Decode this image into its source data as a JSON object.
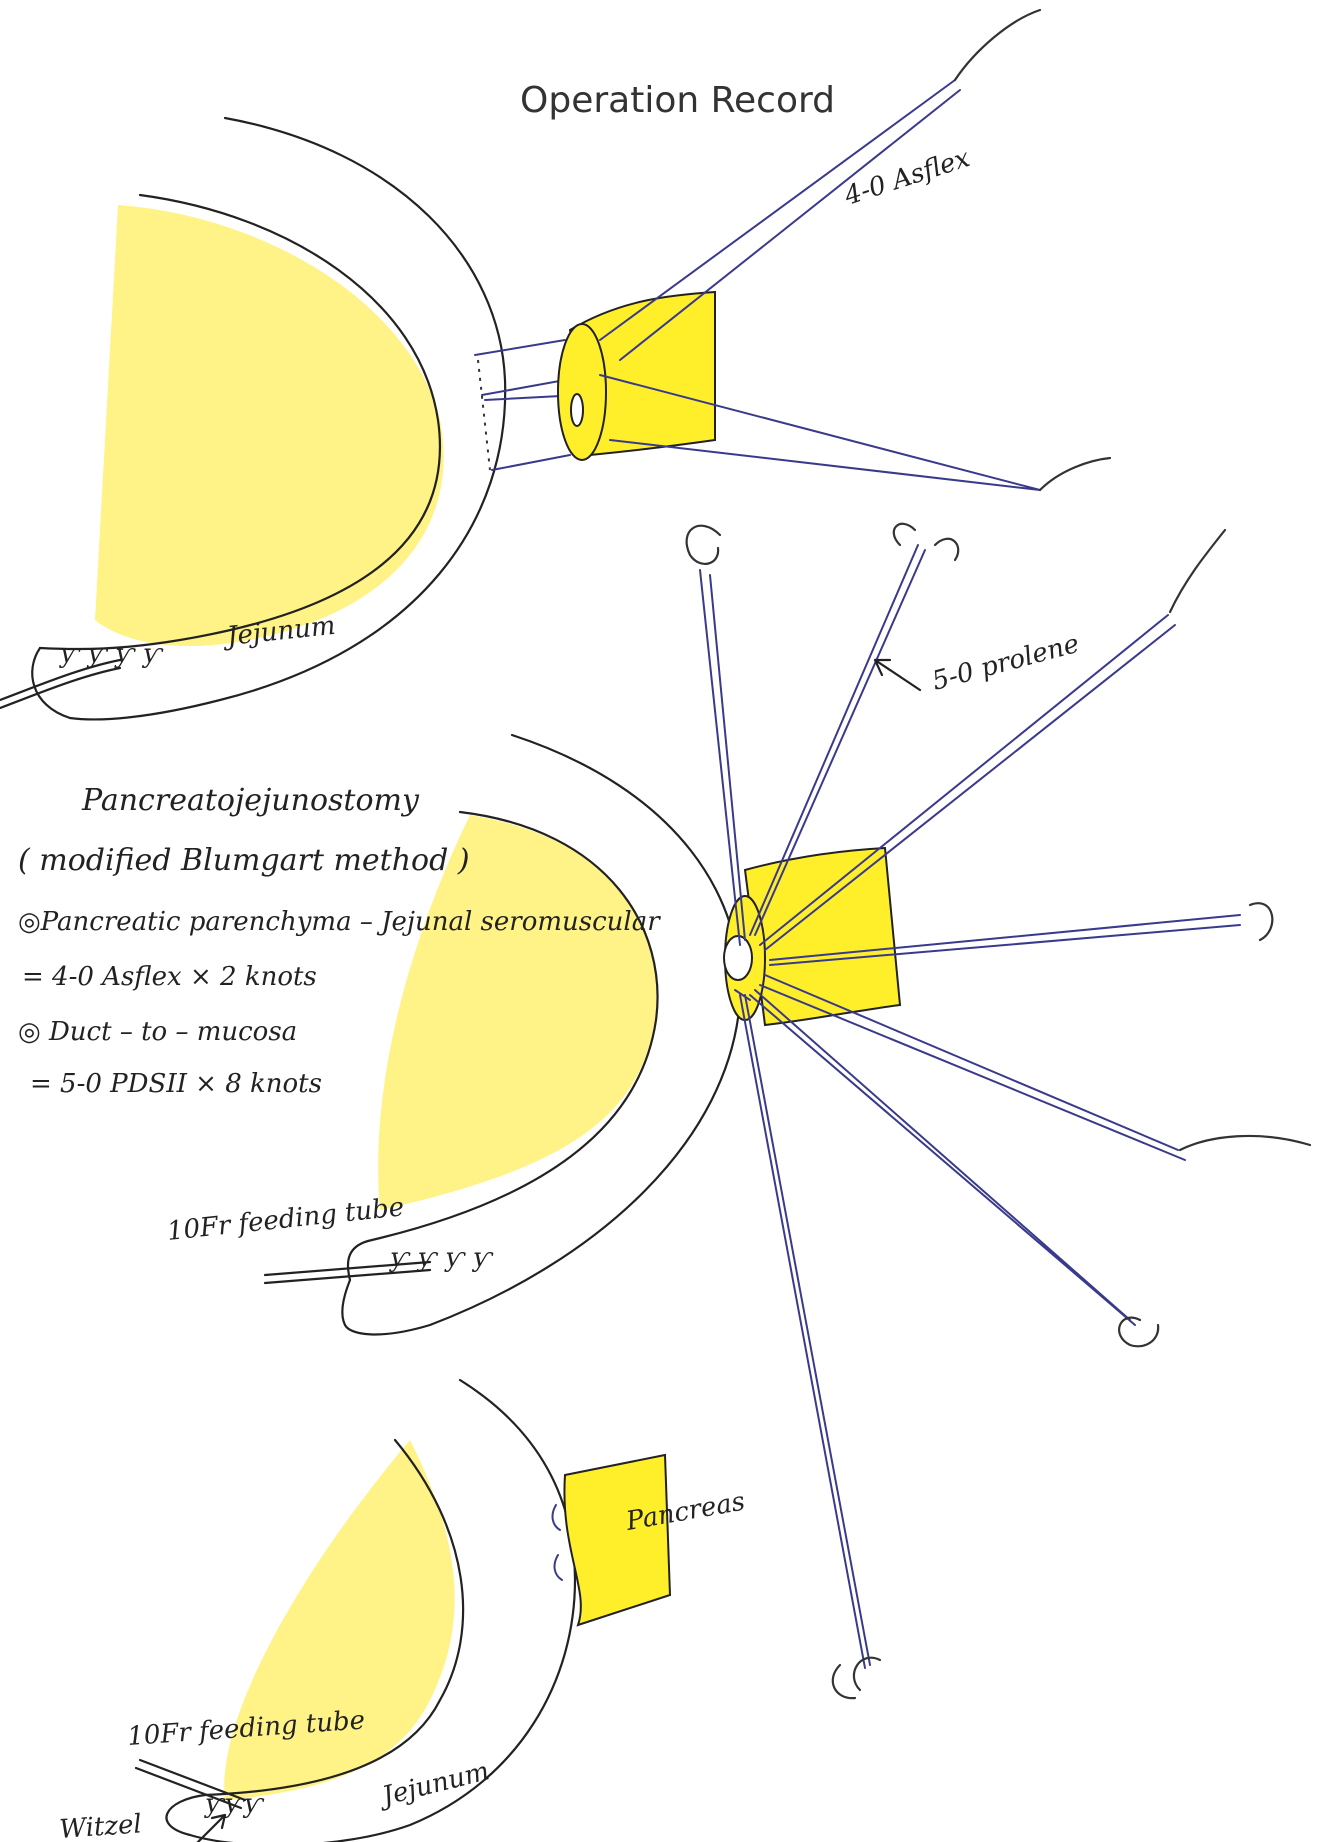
{
  "title": "Operation Record",
  "diagram_top": {
    "suture_label": "4-0 Asflex",
    "bowel_label": "Jejunum"
  },
  "diagram_middle": {
    "suture_label": "5-0 prolene",
    "feeding_tube_label": "10Fr feeding tube"
  },
  "notes": {
    "heading": "Pancreatojejunostomy",
    "subheading": "( modified Blumgart method )",
    "line1": "◎Pancreatic parenchyma – Jejunal seromuscular",
    "line2": "= 4-0 Asflex × 2 knots",
    "line3": "◎ Duct – to – mucosa",
    "line4": "= 5-0 PDSII × 8 knots"
  },
  "diagram_bottom": {
    "pancreas_label": "Pancreas",
    "feeding_tube_label": "10Fr feeding tube",
    "witzel_label": "Witzel",
    "bowel_label": "Jejunum"
  },
  "colors": {
    "yellow_fill": "#fff27a",
    "pancreas_yellow": "#ffef2a",
    "suture_blue": "#3a3a8c",
    "ink": "#222222"
  }
}
